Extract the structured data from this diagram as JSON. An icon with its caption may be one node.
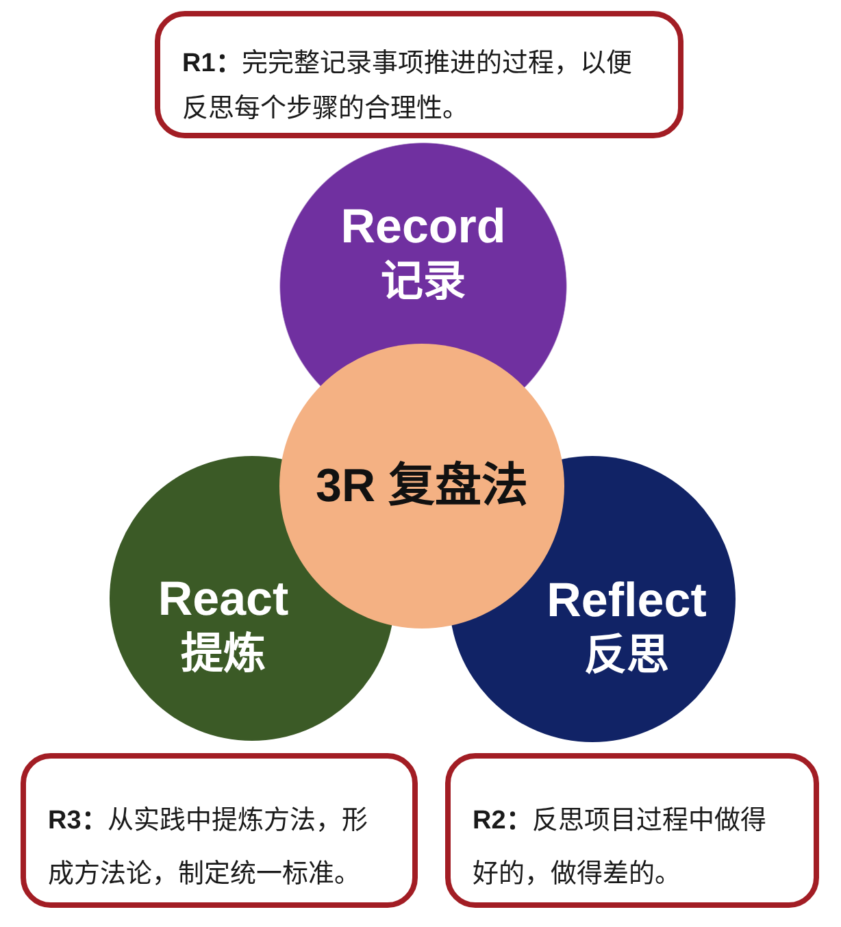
{
  "diagram": {
    "nodes": [
      {
        "text": [
          "**R1：**完完整记录事项推进的过程，以便反思每个步骤的合理性。"
        ]
      },
      {
        "text": [
          "Record",
          "记录"
        ]
      },
      {
        "text": [
          "3R 复盘法"
        ]
      },
      {
        "text": [
          "React",
          "提炼"
        ]
      },
      {
        "text": [
          "Reflect",
          "反思"
        ]
      },
      {
        "text": [
          "**R3：**从实践中提炼方法，形成方法论，制定统一标准。"
        ]
      },
      {
        "text": [
          "**R2：**反思项目过程中做得好的，做得差的。"
        ]
      }
    ]
  }
}
